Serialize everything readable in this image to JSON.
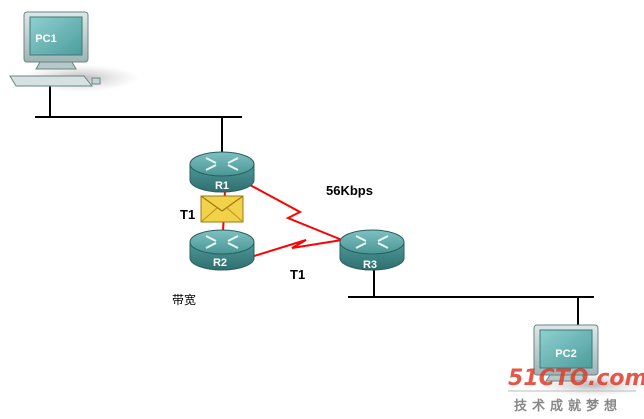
{
  "nodes": {
    "pc1": "PC1",
    "pc2": "PC2",
    "r1": "R1",
    "r2": "R2",
    "r3": "R3"
  },
  "links": {
    "r1_r3": "56Kbps",
    "r1_r2": "T1",
    "r2_r3": "T1"
  },
  "caption": "带宽",
  "watermark": {
    "brand": "51CTO.com",
    "slogan": "技术成就梦想"
  },
  "icons": {
    "packet": "envelope-icon"
  },
  "colors": {
    "device": "#4f9f9f",
    "wan_link": "#ff0000",
    "lan": "#000000",
    "envelope": "#f2d24a"
  }
}
